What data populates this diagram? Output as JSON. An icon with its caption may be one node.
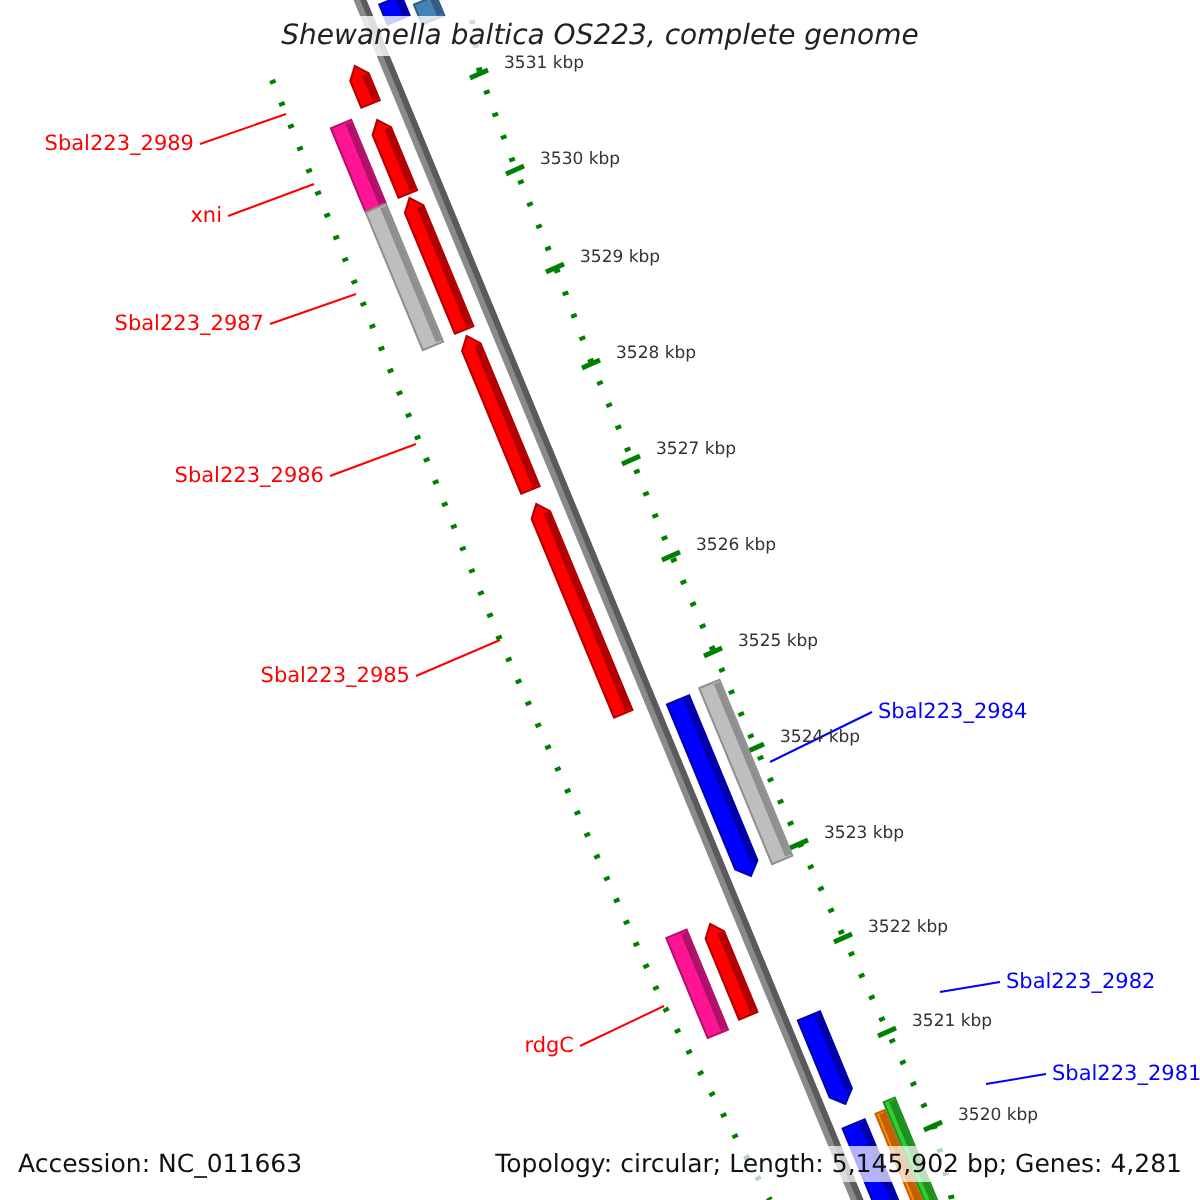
{
  "diagram": {
    "title": "Shewanella baltica OS223, complete genome",
    "nodes": [
      {
        "text": [
          "Sbal223_2989"
        ]
      },
      {
        "text": [
          "xni"
        ]
      },
      {
        "text": [
          "Sbal223_2987"
        ]
      },
      {
        "text": [
          "Sbal223_2986"
        ]
      },
      {
        "text": [
          "Sbal223_2985"
        ]
      },
      {
        "text": [
          "Sbal223_2984"
        ]
      },
      {
        "text": [
          "rdgC"
        ]
      },
      {
        "text": [
          "Sbal223_2982"
        ]
      },
      {
        "text": [
          "Sbal223_2981"
        ]
      }
    ],
    "edges": [
      {
        "from": 0,
        "to": null,
        "arrow": "none"
      },
      {
        "from": 1,
        "to": null,
        "arrow": "none"
      },
      {
        "from": 2,
        "to": null,
        "arrow": "none"
      },
      {
        "from": 3,
        "to": null,
        "arrow": "none"
      },
      {
        "from": 4,
        "to": null,
        "arrow": "none"
      },
      {
        "from": 5,
        "to": null,
        "arrow": "none",
        "color": "#0000ff"
      },
      {
        "from": 6,
        "to": null,
        "arrow": "none"
      },
      {
        "from": 7,
        "to": null,
        "arrow": "none",
        "color": "#0000ff"
      },
      {
        "from": 8,
        "to": null,
        "arrow": "none",
        "color": "#0000ff"
      }
    ],
    "labels": [
      "3531 kbp",
      "3530 kbp",
      "3529 kbp",
      "3528 kbp",
      "3527 kbp",
      "3526 kbp",
      "3525 kbp",
      "3524 kbp",
      "3523 kbp",
      "3522 kbp",
      "3521 kbp",
      "3520 kbp",
      "Accession: NC_011663",
      "Topology: circular; Length: 5,145,902 bp; Genes: 4,281"
    ]
  }
}
